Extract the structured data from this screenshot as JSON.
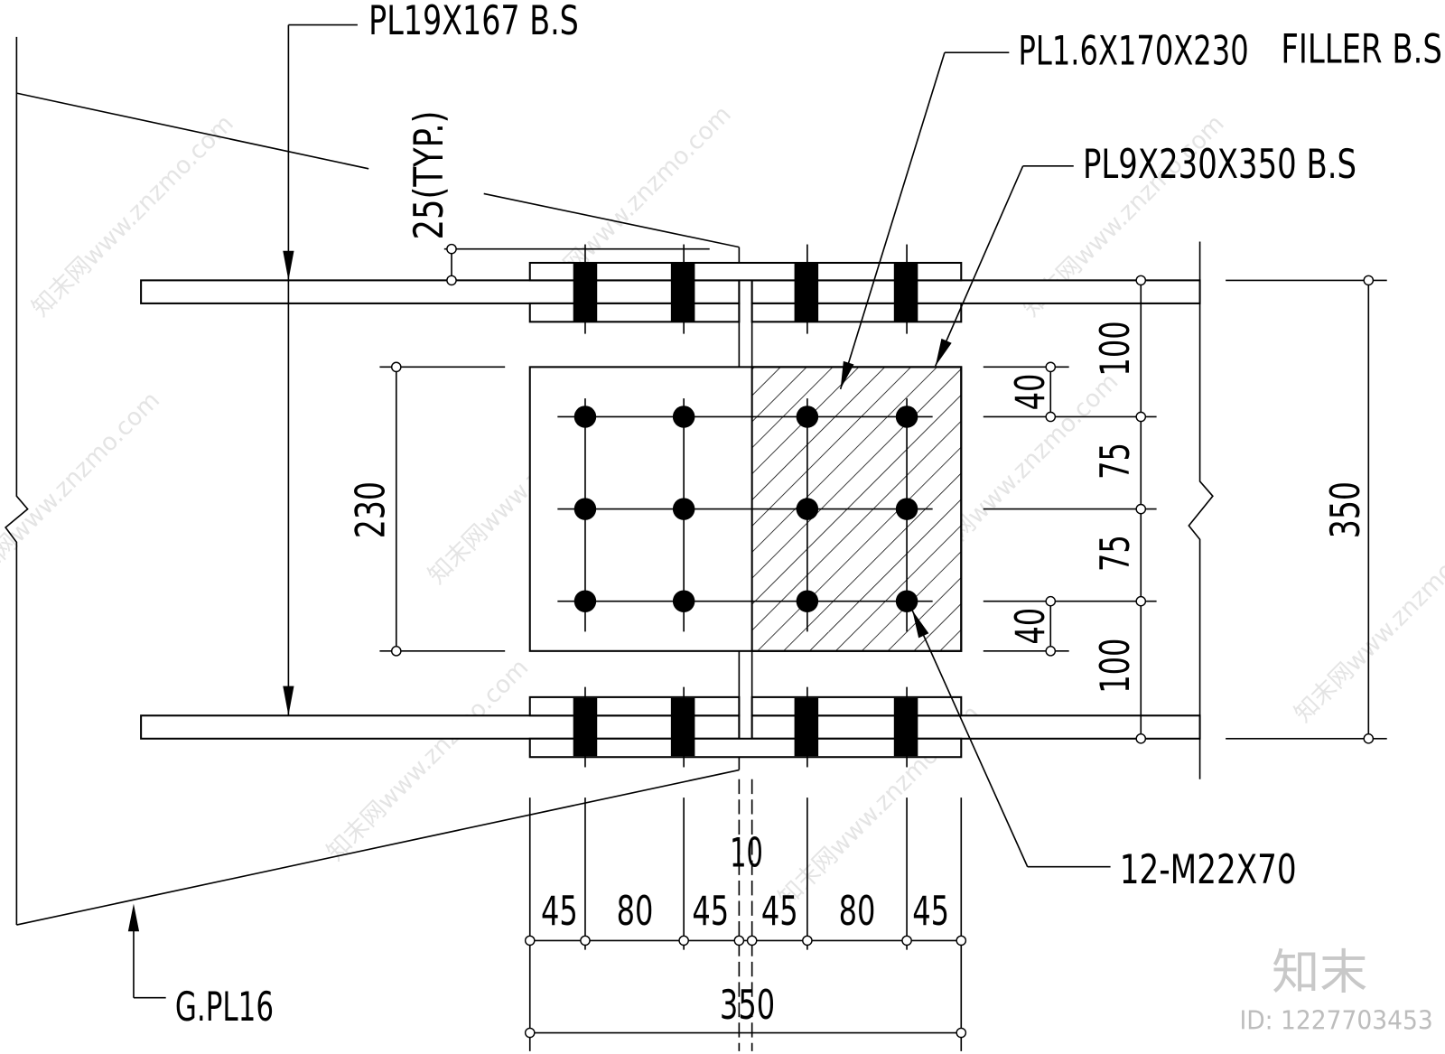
{
  "labels": {
    "top_flange_plate": "PL19X167 B.S",
    "filler_plate": "PL1.6X170X230",
    "filler_note": "FILLER B.S",
    "web_splice_plate": "PL9X230X350 B.S",
    "typ_edge": "25(TYP.)",
    "bolts": "12-M22X70",
    "girder_plate": "G.PL16"
  },
  "dimensions": {
    "web_plate_height": "230",
    "right_chain": [
      "100",
      "75",
      "75",
      "100"
    ],
    "filler_edge": [
      "40",
      "40"
    ],
    "flange_depth": "350",
    "gap": "10",
    "bottom_chain": [
      "45",
      "80",
      "45",
      "45",
      "80",
      "45"
    ],
    "splice_length": "350"
  },
  "watermark": {
    "logo": "知末",
    "id": "ID: 1227703453",
    "site": "知末网www.znzmo.com"
  },
  "colors": {
    "line": "#000000",
    "background": "#ffffff",
    "watermark": "#b3b3b3"
  }
}
